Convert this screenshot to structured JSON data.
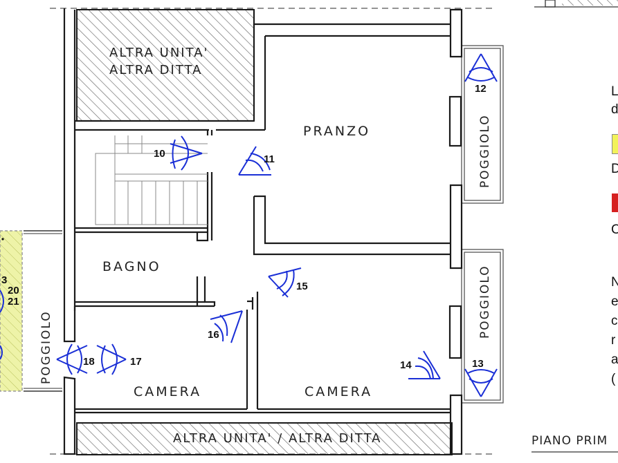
{
  "rooms": {
    "pranzo": "PRANZO",
    "bagno": "BAGNO",
    "camera_left": "CAMERA",
    "camera_right": "CAMERA",
    "poggiolo_upper": "POGGIOLO",
    "poggiolo_lower": "POGGIOLO",
    "poggiolo_left": "POGGIOLO"
  },
  "external_units": {
    "top_line1": "ALTRA UNITA'",
    "top_line2": "ALTRA DITTA",
    "bottom": "ALTRA UNITA' / ALTRA DITTA"
  },
  "viewpoints": [
    "10",
    "11",
    "12",
    "13",
    "14",
    "15",
    "16",
    "17",
    "18"
  ],
  "left_edge_numbers": [
    "3",
    "20",
    "21"
  ],
  "right_legend": {
    "letters": [
      "L",
      "d",
      "D",
      "C",
      "N",
      "e",
      "c",
      "r",
      "a",
      "("
    ],
    "swatch_colors": {
      "yellow": "#f2f25a",
      "red": "#d62020"
    }
  },
  "floor_caption": "PIANO PRIM",
  "colors": {
    "walls": "#1a1a1a",
    "hatch": "#555555",
    "camera_marks": "#1a2fd6",
    "balcony_yellow": "#eef3a8"
  }
}
